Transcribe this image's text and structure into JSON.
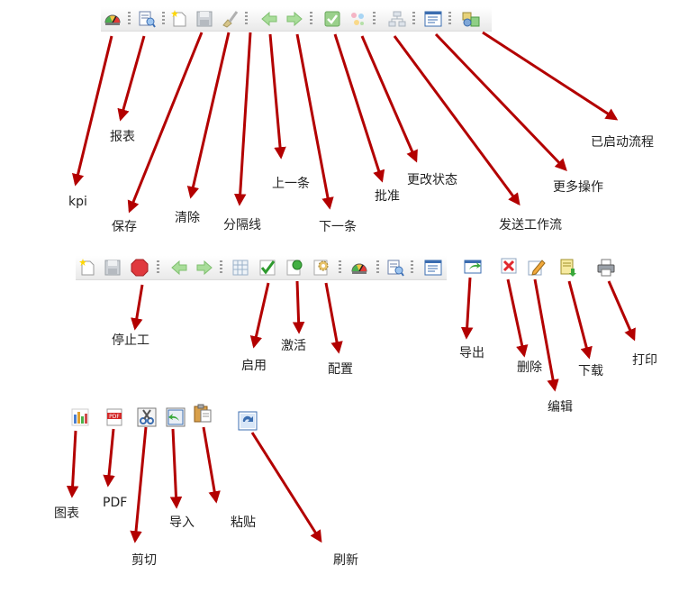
{
  "labels": {
    "kpi": "kpi",
    "report": "报表",
    "save": "保存",
    "clear": "清除",
    "separator": "分隔线",
    "prev": "上一条",
    "next": "下一条",
    "approve": "批准",
    "change_status": "更改状态",
    "send_workflow": "发送工作流",
    "more_actions": "更多操作",
    "started_flow": "已启动流程",
    "stop": "停止工",
    "enable": "启用",
    "activate": "激活",
    "config": "配置",
    "export": "导出",
    "delete": "删除",
    "edit": "编辑",
    "download": "下载",
    "print": "打印",
    "chart": "图表",
    "pdf": "PDF",
    "cut": "剪切",
    "import": "导入",
    "paste": "粘贴",
    "refresh": "刷新"
  },
  "colors": {
    "arrow": "#b30000",
    "toolbar_top": "#ffffff",
    "toolbar_bottom": "#e9e9e9"
  },
  "icons": [
    "gauge-icon",
    "report-icon",
    "new-icon",
    "save-icon",
    "clear-icon",
    "prev-arrow-icon",
    "next-arrow-icon",
    "approve-icon",
    "status-icon",
    "workflow-icon",
    "more-actions-icon",
    "started-flow-icon",
    "stop-icon",
    "grid-icon",
    "enable-check-icon",
    "activate-icon",
    "config-icon",
    "export-icon",
    "delete-icon",
    "edit-icon",
    "download-icon",
    "print-icon",
    "chart-icon",
    "pdf-icon",
    "cut-icon",
    "import-icon",
    "paste-icon",
    "refresh-icon"
  ]
}
